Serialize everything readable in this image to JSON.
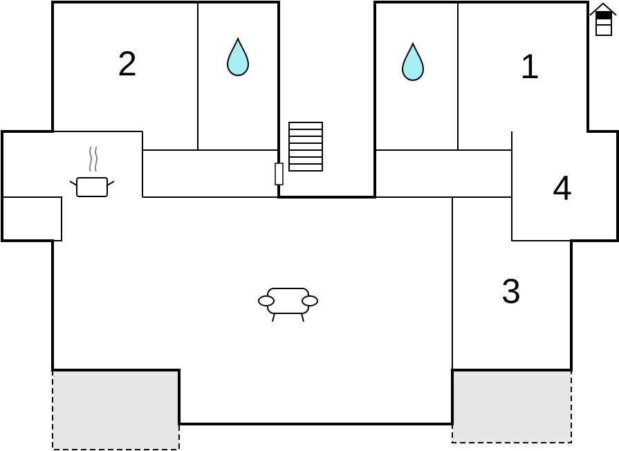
{
  "rooms": {
    "bedroom_2": {
      "number": "2"
    },
    "bedroom_1": {
      "number": "1"
    },
    "bedroom_4": {
      "number": "4"
    },
    "bedroom_3": {
      "number": "3"
    }
  },
  "icons": {
    "bathroom_left": "water-drop-icon",
    "bathroom_right": "water-drop-icon",
    "kitchen": "cooking-pot-icon",
    "living_room": "sofa-icon",
    "stairs": "stairs-icon",
    "corner": "house-icon"
  },
  "colors": {
    "wall": "#000000",
    "water": "#aaeef5",
    "terrace": "#e6e6e6",
    "steam": "#888888",
    "floor": "#ffffff"
  }
}
